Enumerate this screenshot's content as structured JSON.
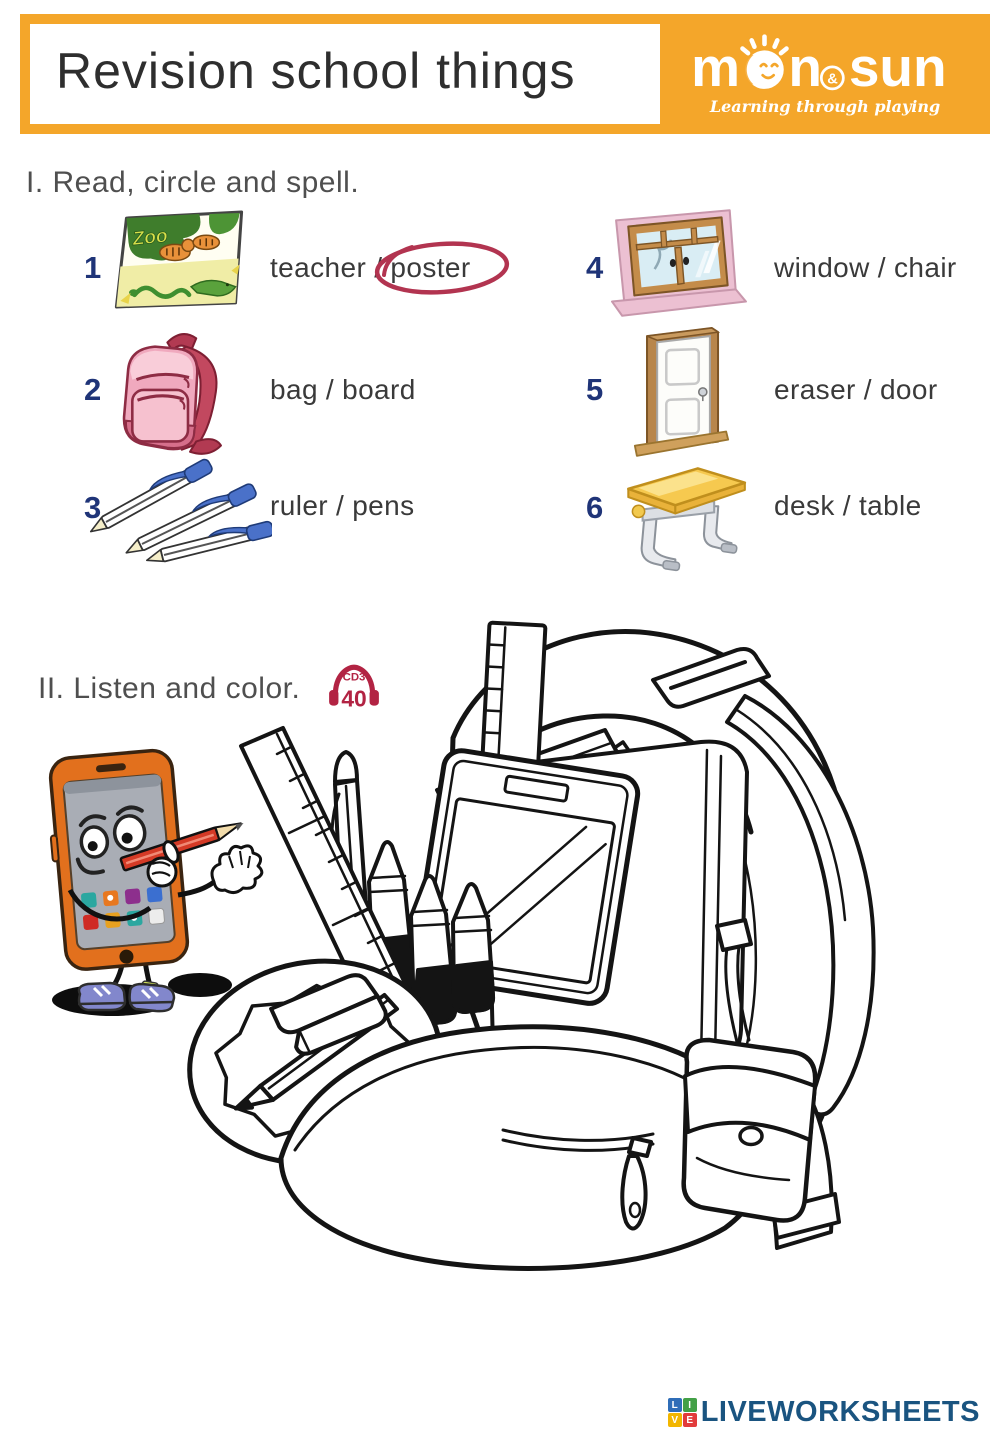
{
  "colors": {
    "accent_orange": "#F4A62A",
    "number_blue": "#1F3478",
    "answer_circle_red": "#B23450",
    "cd_badge_red": "#B22343",
    "footer_brand_blue": "#1A5480"
  },
  "header": {
    "title": "Revision school things",
    "logo": {
      "m": "m",
      "n": "n",
      "amp": "&",
      "sun": "sun",
      "tagline": "Learning through playing"
    }
  },
  "sections": {
    "one": {
      "heading": "I. Read, circle and spell.",
      "items": [
        {
          "number": "1",
          "image": "zoo-poster",
          "option1": "teacher",
          "sep": "/",
          "option2": "poster",
          "circled_option": "poster"
        },
        {
          "number": "2",
          "image": "pink-backpack",
          "option1": "bag",
          "sep": "/",
          "option2": "board"
        },
        {
          "number": "3",
          "image": "three-pens",
          "option1": "ruler",
          "sep": "/",
          "option2": "pens"
        },
        {
          "number": "4",
          "image": "window",
          "option1": "window",
          "sep": "/",
          "option2": "chair"
        },
        {
          "number": "5",
          "image": "door",
          "option1": "eraser",
          "sep": "/",
          "option2": "door"
        },
        {
          "number": "6",
          "image": "school-desk",
          "option1": "desk",
          "sep": "/",
          "option2": "table"
        }
      ]
    },
    "two": {
      "heading": "II. Listen and color.",
      "cd_badge": {
        "label": "CD3",
        "track": "40"
      }
    }
  },
  "footer": {
    "tiles": [
      {
        "letter": "L",
        "color": "#2F6DB8"
      },
      {
        "letter": "I",
        "color": "#43A047"
      },
      {
        "letter": "V",
        "color": "#F2B600"
      },
      {
        "letter": "E",
        "color": "#E23C3C"
      }
    ],
    "brand": "LIVEWORKSHEETS"
  }
}
